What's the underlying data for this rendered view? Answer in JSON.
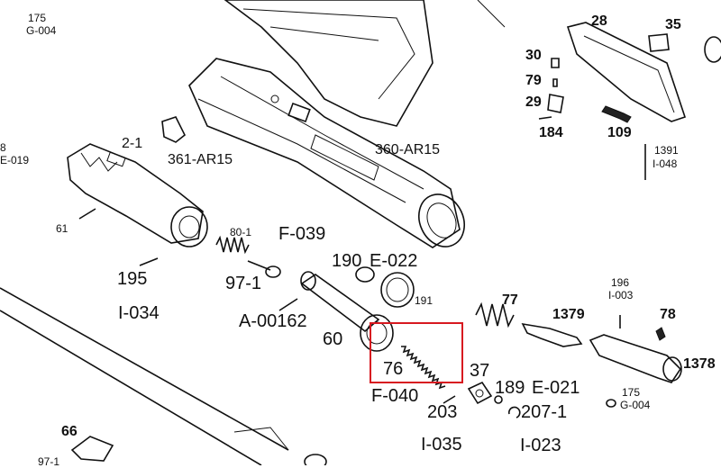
{
  "diagram": {
    "highlight_color": "#d71920",
    "labels": {
      "p175_top": "175",
      "g004_top": "G-004",
      "p2_1": "2-1",
      "p361": "361-AR15",
      "p360": "360-AR15",
      "p61": "61",
      "p80_1": "80-1",
      "f039": "F-039",
      "p195": "195",
      "p97_1": "97-1",
      "i034": "I-034",
      "p190": "190",
      "e022": "E-022",
      "p191": "191",
      "a00162": "A-00162",
      "p60": "60",
      "p76": "76",
      "f040": "F-040",
      "p203": "203",
      "i035": "I-035",
      "p37": "37",
      "p189": "189",
      "e021": "E-021",
      "p207_1": "207-1",
      "i023": "I-023",
      "p77": "77",
      "p1379": "1379",
      "p196": "196",
      "i003": "I-003",
      "p78": "78",
      "p1378": "1378",
      "p175_bot": "175",
      "g004_bot": "G-004",
      "p66": "66",
      "p97_1_bot": "97-1",
      "p28": "28",
      "p35": "35",
      "p30": "30",
      "p79": "79",
      "p29": "29",
      "p184": "184",
      "p109": "109",
      "p1391": "1391",
      "i048": "I-048",
      "edge_8": "8",
      "edge_e019": "E-019"
    }
  }
}
